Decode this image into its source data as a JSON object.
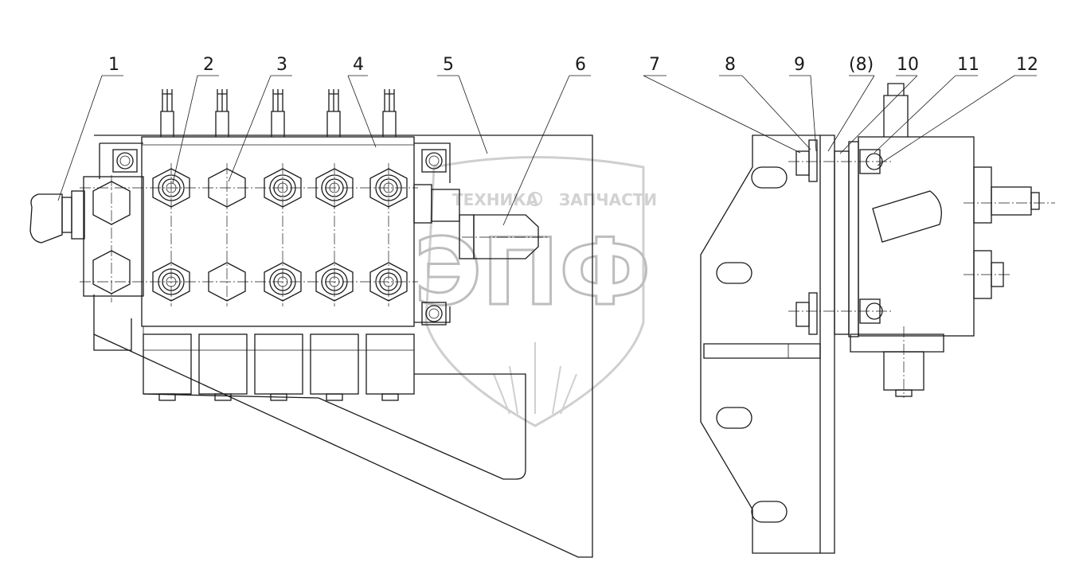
{
  "labels": [
    "1",
    "2",
    "3",
    "4",
    "5",
    "6",
    "7",
    "8",
    "9",
    "(8)",
    "10",
    "11",
    "12"
  ],
  "watermark": {
    "left_text": "ТЕХНИКА",
    "right_text": "ЗАПЧАСТИ",
    "logo_text": "ЭПФ",
    "colors": {
      "fill": "#d2d2d2",
      "outline": "#bdbdbd"
    }
  },
  "colors": {
    "line": "#1a1a1a",
    "background": "#ffffff"
  }
}
